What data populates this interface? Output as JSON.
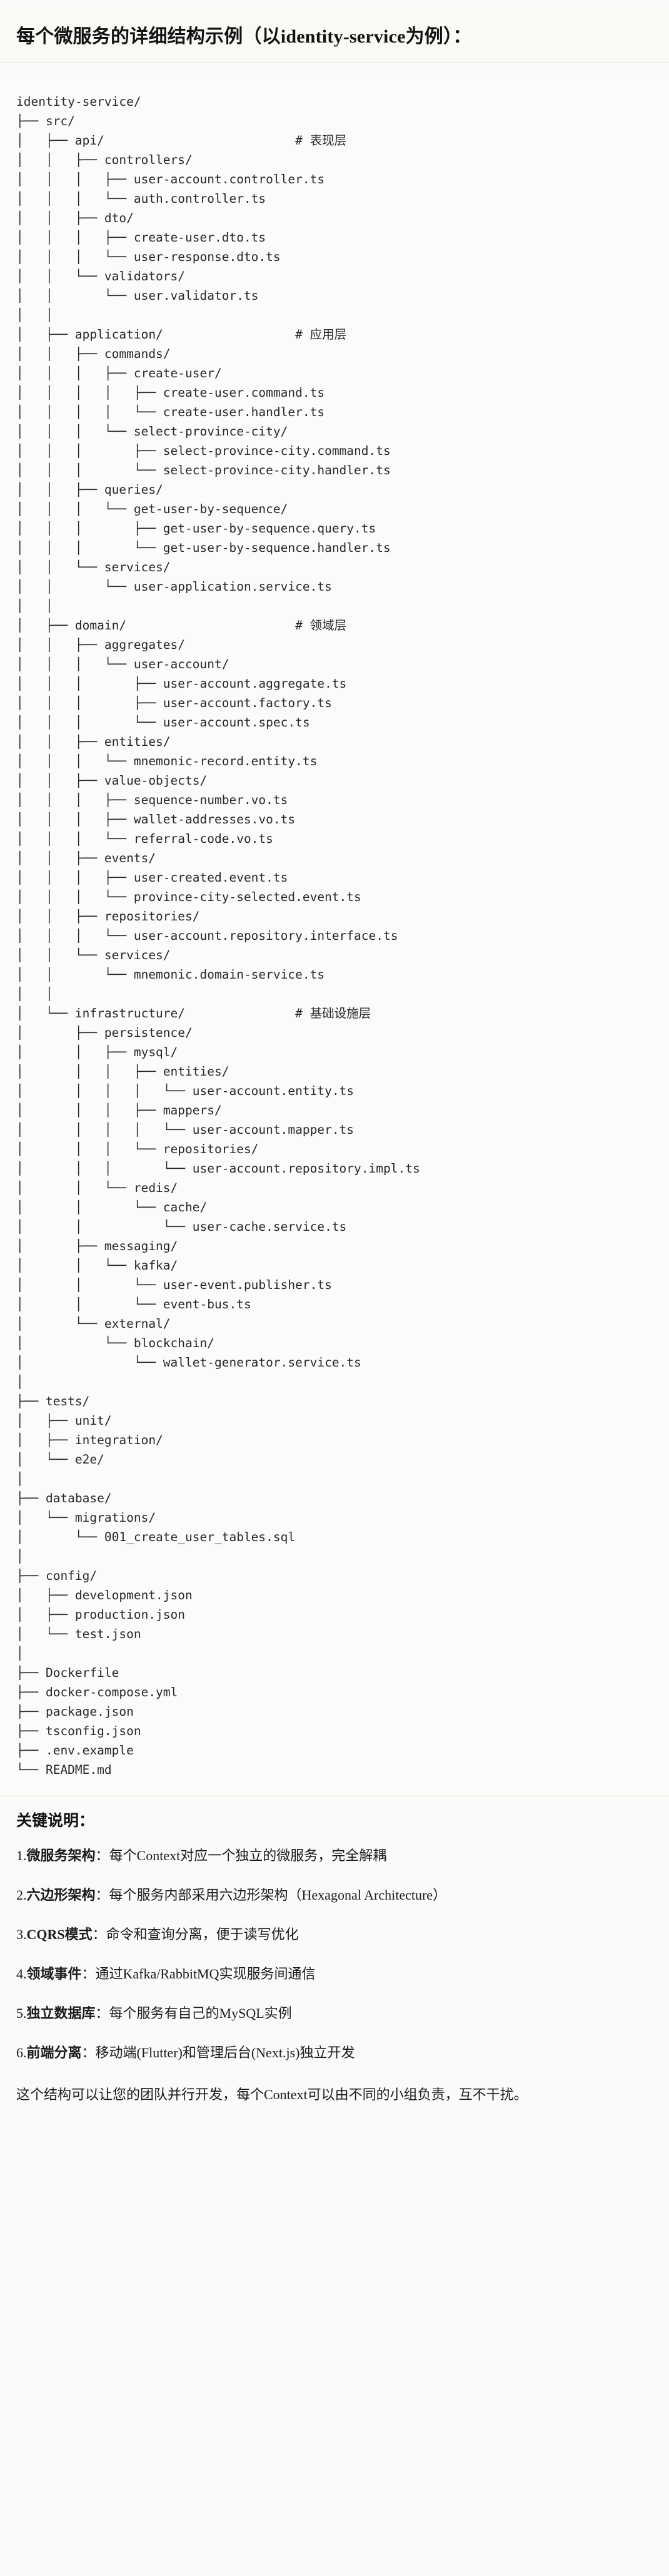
{
  "heading": "每个微服务的详细结构示例（以identity-service为例）：",
  "code_block": {
    "root": "identity-service/",
    "tree_text": "identity-service/\n├── src/\n│   ├── api/                          # 表现层\n│   │   ├── controllers/\n│   │   │   ├── user-account.controller.ts\n│   │   │   └── auth.controller.ts\n│   │   ├── dto/\n│   │   │   ├── create-user.dto.ts\n│   │   │   └── user-response.dto.ts\n│   │   └── validators/\n│   │       └── user.validator.ts\n│   │\n│   ├── application/                  # 应用层\n│   │   ├── commands/\n│   │   │   ├── create-user/\n│   │   │   │   ├── create-user.command.ts\n│   │   │   │   └── create-user.handler.ts\n│   │   │   └── select-province-city/\n│   │   │       ├── select-province-city.command.ts\n│   │   │       └── select-province-city.handler.ts\n│   │   ├── queries/\n│   │   │   └── get-user-by-sequence/\n│   │   │       ├── get-user-by-sequence.query.ts\n│   │   │       └── get-user-by-sequence.handler.ts\n│   │   └── services/\n│   │       └── user-application.service.ts\n│   │\n│   ├── domain/                       # 领域层\n│   │   ├── aggregates/\n│   │   │   └── user-account/\n│   │   │       ├── user-account.aggregate.ts\n│   │   │       ├── user-account.factory.ts\n│   │   │       └── user-account.spec.ts\n│   │   ├── entities/\n│   │   │   └── mnemonic-record.entity.ts\n│   │   ├── value-objects/\n│   │   │   ├── sequence-number.vo.ts\n│   │   │   ├── wallet-addresses.vo.ts\n│   │   │   └── referral-code.vo.ts\n│   │   ├── events/\n│   │   │   ├── user-created.event.ts\n│   │   │   └── province-city-selected.event.ts\n│   │   ├── repositories/\n│   │   │   └── user-account.repository.interface.ts\n│   │   └── services/\n│   │       └── mnemonic.domain-service.ts\n│   │\n│   └── infrastructure/               # 基础设施层\n│       ├── persistence/\n│       │   ├── mysql/\n│       │   │   ├── entities/\n│       │   │   │   └── user-account.entity.ts\n│       │   │   ├── mappers/\n│       │   │   │   └── user-account.mapper.ts\n│       │   │   └── repositories/\n│       │   │       └── user-account.repository.impl.ts\n│       │   └── redis/\n│       │       └── cache/\n│       │           └── user-cache.service.ts\n│       ├── messaging/\n│       │   └── kafka/\n│       │       └── user-event.publisher.ts\n│       │       └── event-bus.ts\n│       └── external/\n│           └── blockchain/\n│               └── wallet-generator.service.ts\n│\n├── tests/\n│   ├── unit/\n│   ├── integration/\n│   └── e2e/\n│\n├── database/\n│   └── migrations/\n│       └── 001_create_user_tables.sql\n│\n├── config/\n│   ├── development.json\n│   ├── production.json\n│   └── test.json\n│\n├── Dockerfile\n├── docker-compose.yml\n├── package.json\n├── tsconfig.json\n├── .env.example\n└── README.md",
    "layer_comments": [
      {
        "path": "api/",
        "comment": "# 表现层"
      },
      {
        "path": "application/",
        "comment": "# 应用层"
      },
      {
        "path": "domain/",
        "comment": "# 领域层"
      },
      {
        "path": "infrastructure/",
        "comment": "# 基础设施层"
      }
    ]
  },
  "notes": {
    "title": "关键说明：",
    "items": [
      {
        "num": "1.",
        "term": "微服务架构",
        "sep": "：",
        "desc": "每个Context对应一个独立的微服务，完全解耦"
      },
      {
        "num": "2.",
        "term": "六边形架构",
        "sep": "：",
        "desc": "每个服务内部采用六边形架构（Hexagonal Architecture）"
      },
      {
        "num": "3.",
        "term": "CQRS模式",
        "sep": "：",
        "desc": "命令和查询分离，便于读写优化"
      },
      {
        "num": "4.",
        "term": "领域事件",
        "sep": "：",
        "desc": "通过Kafka/RabbitMQ实现服务间通信"
      },
      {
        "num": "5.",
        "term": "独立数据库",
        "sep": "：",
        "desc": "每个服务有自己的MySQL实例"
      },
      {
        "num": "6.",
        "term": "前端分离",
        "sep": "：",
        "desc": "移动端(Flutter)和管理后台(Next.js)独立开发"
      }
    ],
    "closing": "这个结构可以让您的团队并行开发，每个Context可以由不同的小组负责，互不干扰。"
  }
}
